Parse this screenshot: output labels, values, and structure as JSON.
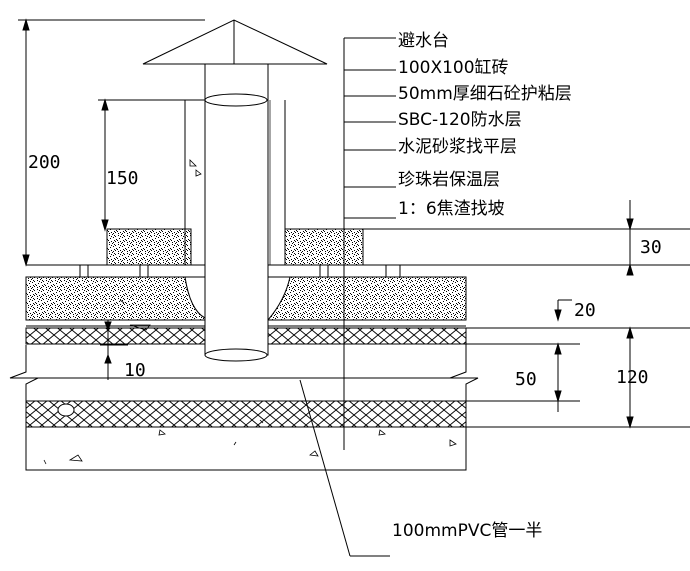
{
  "layer_labels": {
    "splash_platform": "避水台",
    "tile": "100X100缸砖",
    "mortar_bond": "50mm厚细石砼护粘层",
    "waterproof": "SBC-120防水层",
    "screed": "水泥砂浆找平层",
    "insulation": "珍珠岩保温层",
    "slope": "1：6焦渣找坡",
    "pipe": "100mmPVC管一半"
  },
  "dimensions": {
    "d200": "200",
    "d150": "150",
    "d10": "10",
    "d30": "30",
    "d20": "20",
    "d50": "50",
    "d120": "120"
  }
}
